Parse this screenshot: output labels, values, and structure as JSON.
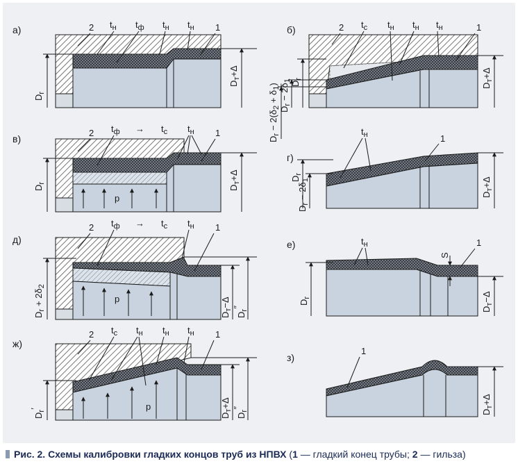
{
  "caption": {
    "prefix": "Рис. 2. Схемы калибровки гладких концов труб из НПВХ",
    "paren_open": " (",
    "n1": "1",
    "t1": " — гладкий конец трубы; ",
    "n2": "2",
    "t2": " — гильза)"
  },
  "panels": {
    "a": {
      "letter": "а)",
      "n2": "2",
      "n1": "1",
      "t1": "t",
      "s1": "н",
      "t2": "t",
      "s2": "ф",
      "t3": "t",
      "s3": "н",
      "t4": "t",
      "s4": "н",
      "d_left": "D",
      "d_left_sub": "г",
      "d_right": "D",
      "d_right_sub": "т",
      "d_right_tail": "+Δ"
    },
    "b": {
      "letter": "б)",
      "n2": "2",
      "n1": "1",
      "t1": "t",
      "s1": "с",
      "t2": "t",
      "s2": "н",
      "t3": "t",
      "s3": "н",
      "t4": "t",
      "s4": "н",
      "d1": "D",
      "d1_sub": "г",
      "d2": "D",
      "d2_sub": "г",
      "d2_tail": " − 2δ",
      "d2_tsub": "1",
      "d3": "D",
      "d3_sub": "г",
      "d3_tail": " − 2(δ",
      "d3_tsub": "2",
      "d3_mid": " + δ",
      "d3_msub": "1",
      "d3_end": ")",
      "d_right": "D",
      "d_right_sub": "т",
      "d_right_tail": "+Δ"
    },
    "v": {
      "letter": "в)",
      "n2": "2",
      "n1": "1",
      "t1": "t",
      "s1": "ф",
      "arrow": "→",
      "t2": "t",
      "s2": "с",
      "t3": "t",
      "s3": "н",
      "p": "p",
      "d_left": "D",
      "d_left_sub": "г",
      "d_right": "D",
      "d_right_sub": "т",
      "d_right_tail": "+Δ"
    },
    "g": {
      "letter": "г)",
      "n1": "1",
      "t1": "t",
      "s1": "н",
      "d1": "D",
      "d1_sub": "г",
      "d2": "D",
      "d2_sub": "г",
      "d2_tail": " − 2δ",
      "d2_tsub": "1",
      "d_right": "D",
      "d_right_sub": "т",
      "d_right_tail": "+Δ"
    },
    "d": {
      "letter": "д)",
      "n2": "2",
      "n1": "1",
      "t1": "t",
      "s1": "ф",
      "arrow": "→",
      "t2": "t",
      "s2": "с",
      "t3": "t",
      "s3": "н",
      "p": "p",
      "d_left": "D",
      "d_left_sub": "г",
      "d_left_tail": " + 2δ",
      "d_left_tsub": "2",
      "d_r1": "D",
      "d_r1_sub": "т",
      "d_r1_tail": "−Δ",
      "d_r2": "D",
      "d_r2_sub": "г",
      "d_r2_sup": "″"
    },
    "e": {
      "letter": "е)",
      "n1": "1",
      "t1": "t",
      "s1": "н",
      "s": "S",
      "d_left": "D",
      "d_left_sub": "г",
      "d_right": "D",
      "d_right_sub": "т",
      "d_right_tail": "−Δ"
    },
    "zh": {
      "letter": "ж)",
      "n2": "2",
      "n1": "1",
      "t1": "t",
      "s1": "с",
      "t2": "t",
      "s2": "н",
      "t3": "t",
      "s3": "н",
      "t4": "t",
      "s4": "н",
      "p": "p",
      "d_left": "D",
      "d_left_sub": "г",
      "d_left_sup": "′",
      "d_r1": "D",
      "d_r1_sub": "т",
      "d_r1_tail": "+Δ",
      "d_r2": "D",
      "d_r2_sub": "г",
      "d_r2_sup": "″"
    },
    "z": {
      "letter": "з)",
      "n1": "1",
      "d_right": "D",
      "d_right_sub": "т",
      "d_right_tail": "+Δ"
    }
  }
}
